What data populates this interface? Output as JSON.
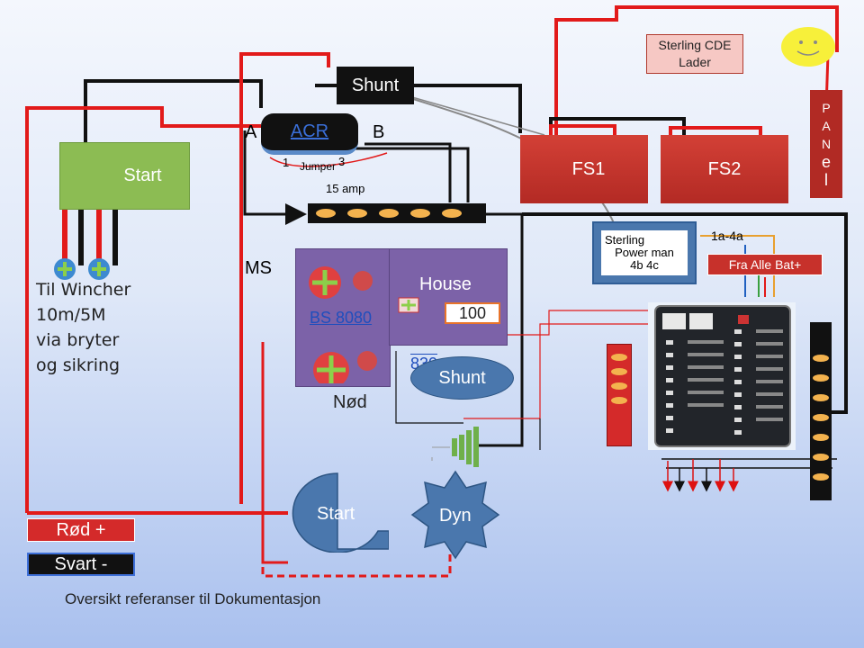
{
  "colors": {
    "red_wire": "#e21a1a",
    "black_wire": "#111111",
    "start_box": "#8cbc53",
    "fuse_box": "#c7312b",
    "battery": "#7c62a8",
    "ellipse": "#4a77ad",
    "ms_blue": "#1f4ebd"
  },
  "labels": {
    "start_box": "Start",
    "acr": "ACR",
    "terminal_a": "A",
    "terminal_b": "B",
    "jumper_1": "1",
    "jumper": "Jumper",
    "jumper_3": "3",
    "amp": "15 amp",
    "shunt_top": "Shunt",
    "charger_line1": "Sterling CDE",
    "charger_line2": "Lader",
    "fs1": "FS1",
    "fs2": "FS2",
    "panel_letters": [
      "P",
      "A",
      "N",
      "e",
      "l"
    ],
    "wincher": [
      "Til Wincher",
      "10m/5M",
      "via bryter",
      "og sikring"
    ],
    "ms": "MS",
    "bs8080": "BS 8080",
    "nod": "Nød",
    "house": "House",
    "house_value": "100",
    "shunt_oval": "Shunt",
    "bs_blue_partial": "830",
    "power_man": [
      "Sterling",
      "Power man",
      "4b 4c"
    ],
    "label_1a4a": "1a-4a",
    "fra_alle": "Fra Alle Bat+",
    "start_motor": "Start",
    "dyn": "Dyn",
    "legend_red": "Rød +",
    "legend_black": "Svart -",
    "footer": "Oversikt  referanser til Dokumentasjon"
  },
  "icons": [
    "smiley-icon",
    "alternator-symbol-icon",
    "breaker-panel-icon"
  ]
}
